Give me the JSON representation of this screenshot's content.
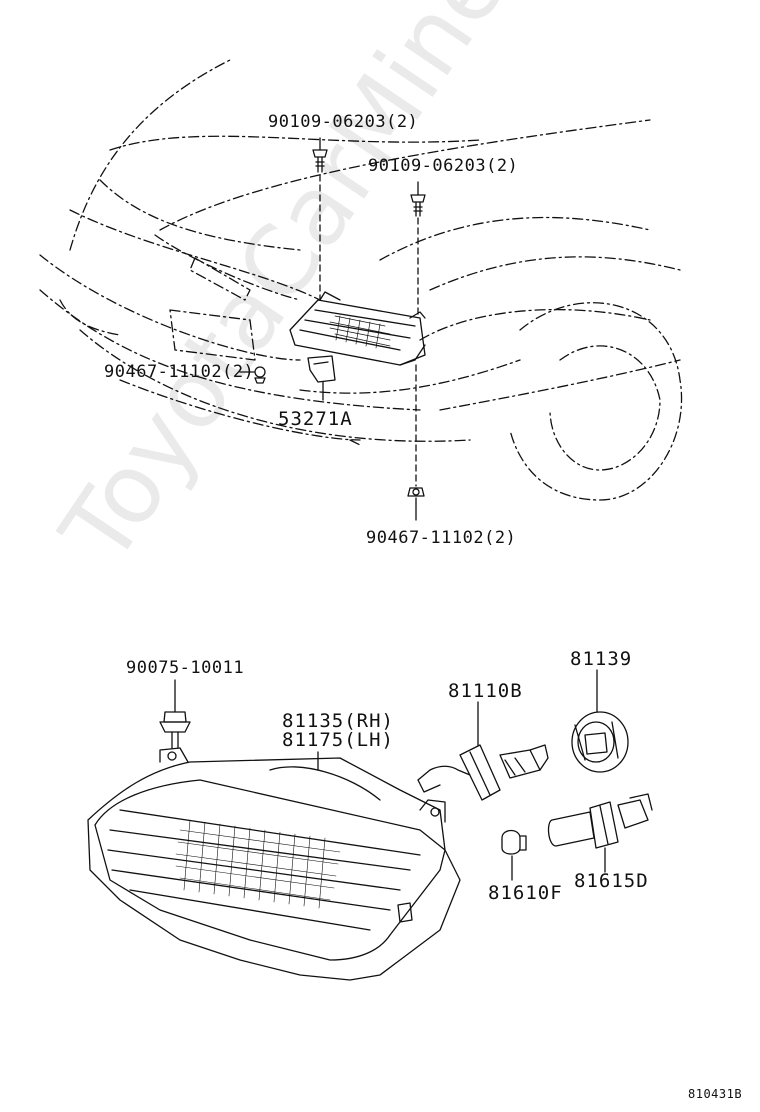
{
  "labels": {
    "bolt_top_left": "90109-06203(2)",
    "bolt_top_right": "90109-06203(2)",
    "nut_left": "90467-11102(2)",
    "bracket": "53271A",
    "nut_bottom": "90467-11102(2)",
    "screw_lamp": "90075-10011",
    "lamp_rh": "81135(RH)",
    "lamp_lh": "81175(LH)",
    "bulb_headlamp": "81110B",
    "socket": "81139",
    "bulb_small": "81610F",
    "bulb_socket": "81615D",
    "diagram_id": "810431B"
  },
  "watermark": "ToyotaCarMine.ru"
}
